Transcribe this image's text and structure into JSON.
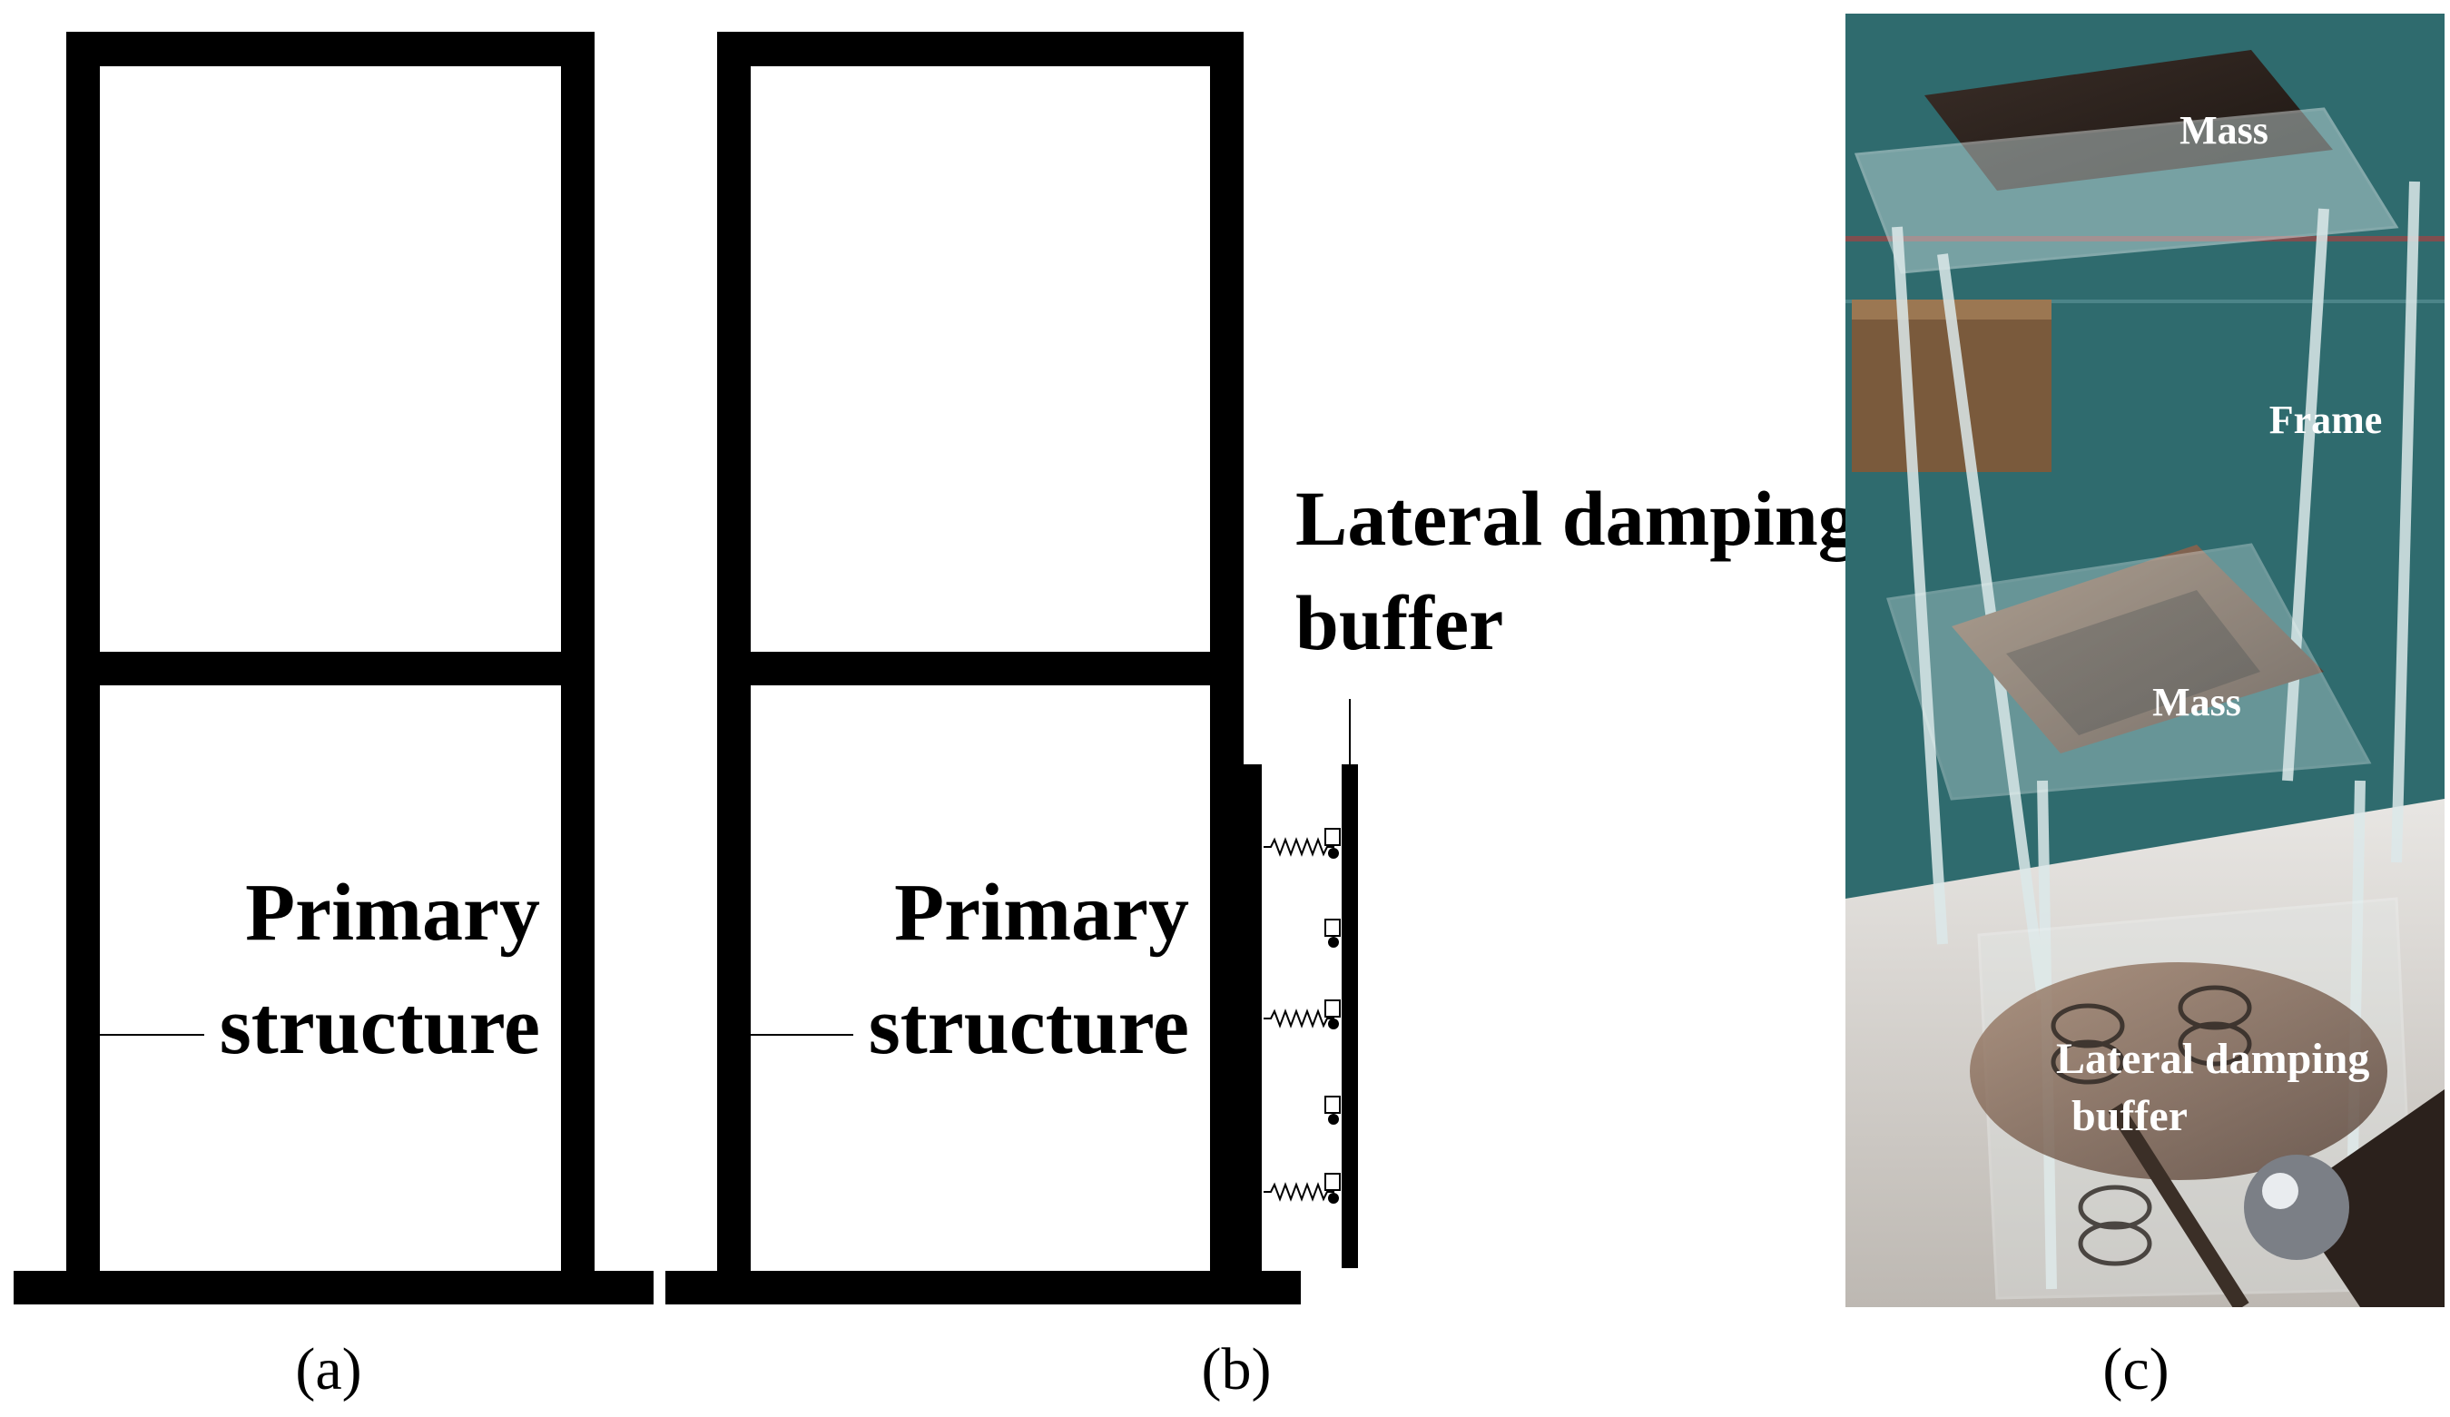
{
  "panels": {
    "a": {
      "caption": "(a)",
      "label_line1": "Primary",
      "label_line2": "structure"
    },
    "b": {
      "caption": "(b)",
      "label_line1": "Primary",
      "label_line2": "structure",
      "buffer_line1": "Lateral damping",
      "buffer_line2": "buffer"
    },
    "c": {
      "caption": "(c)",
      "mass_top": "Mass",
      "frame": "Frame",
      "mass_mid": "Mass",
      "buffer_line1": "Lateral damping",
      "buffer_line2": "buffer"
    }
  },
  "colors": {
    "structure": "#000000",
    "photo_background": "#2f6b6e",
    "photo_floor": "#d9d6d2",
    "label_on_photo": "#ffffff"
  }
}
